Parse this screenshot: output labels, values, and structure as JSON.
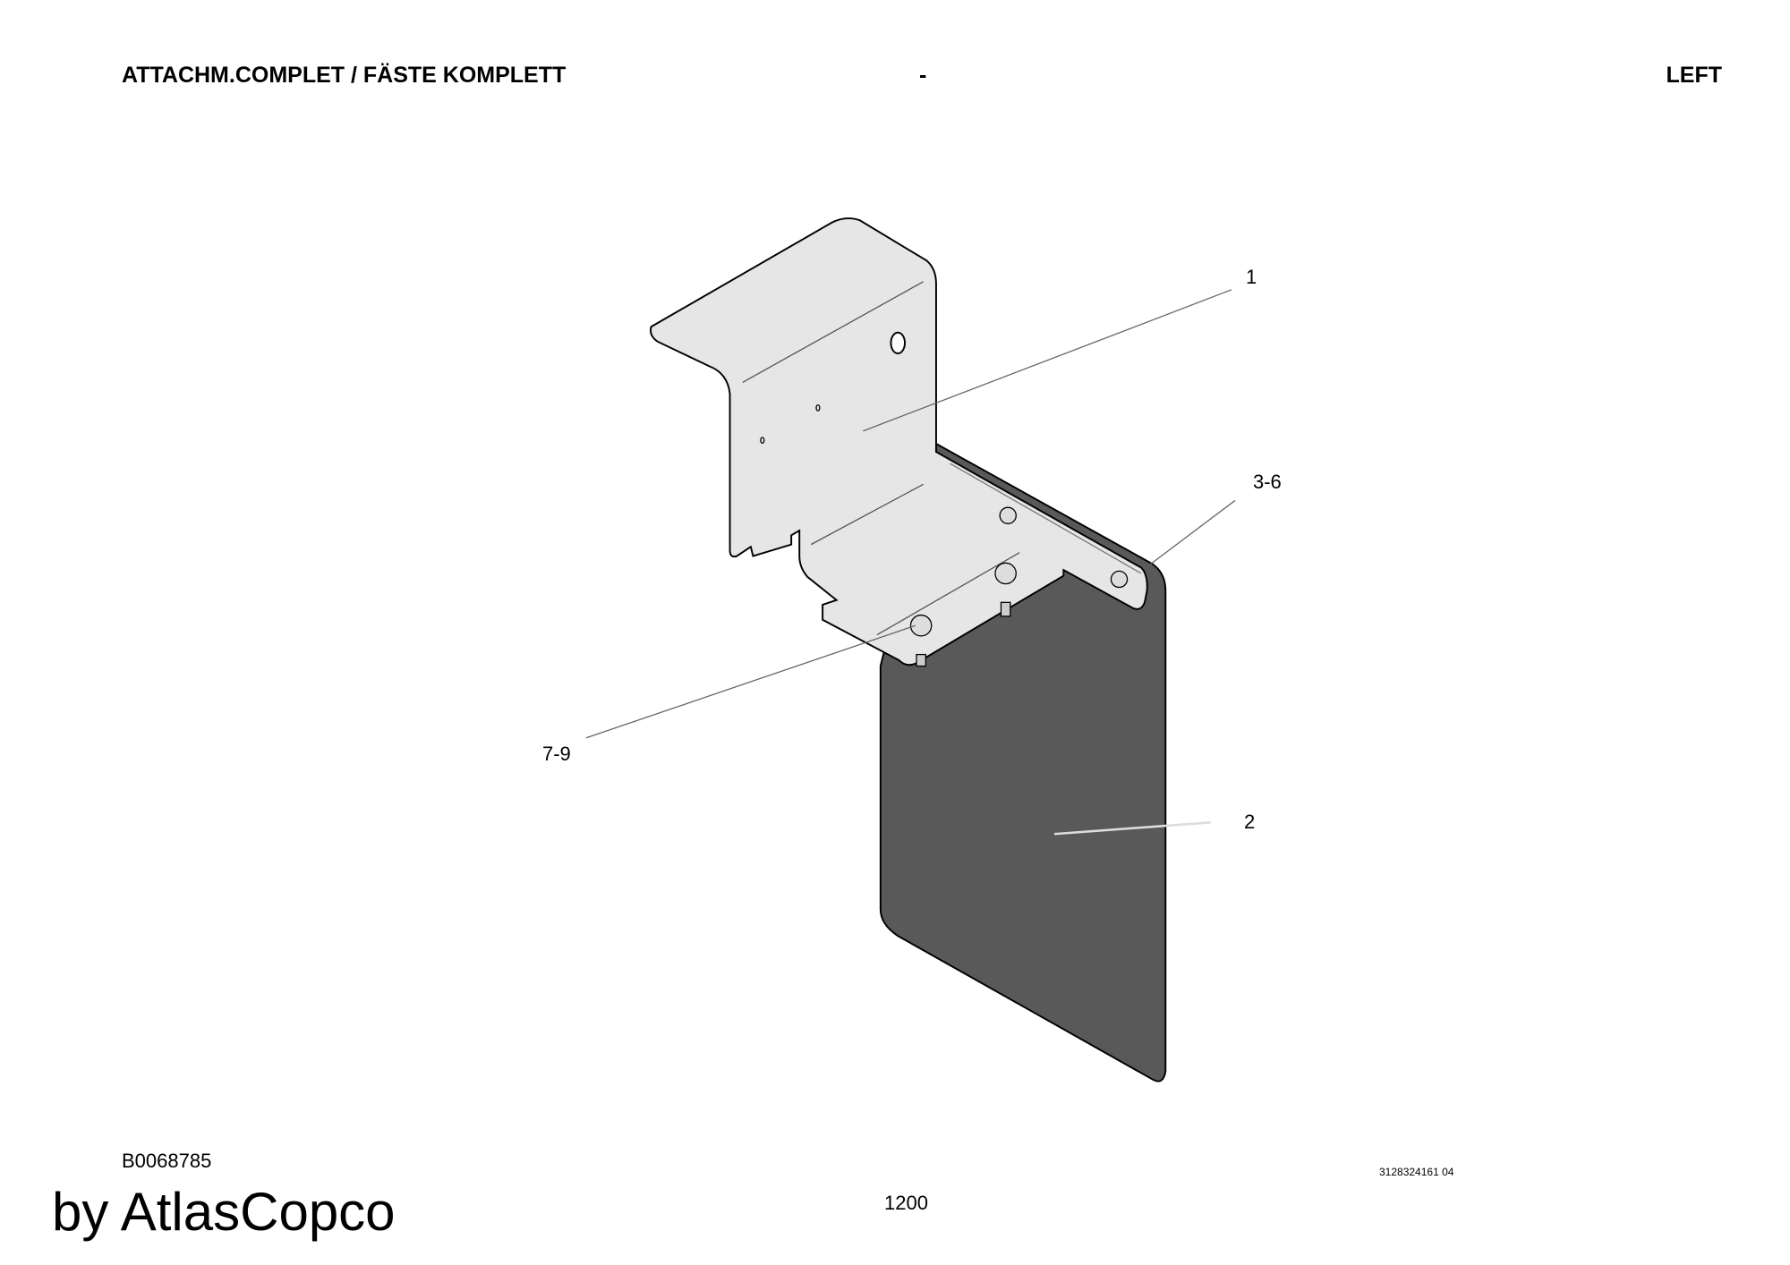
{
  "header": {
    "title": "ATTACHM.COMPLET / FÄSTE KOMPLETT",
    "center": "-",
    "side": "LEFT"
  },
  "callouts": [
    "1",
    "3-6",
    "7-9",
    "2"
  ],
  "footer": {
    "doc_number": "3128324161 04",
    "drawing_id": "B0068785",
    "page": "1200",
    "watermark": "by AtlasCopco"
  },
  "colors": {
    "flap": "#595959",
    "bracket": "#e6e6e6"
  }
}
